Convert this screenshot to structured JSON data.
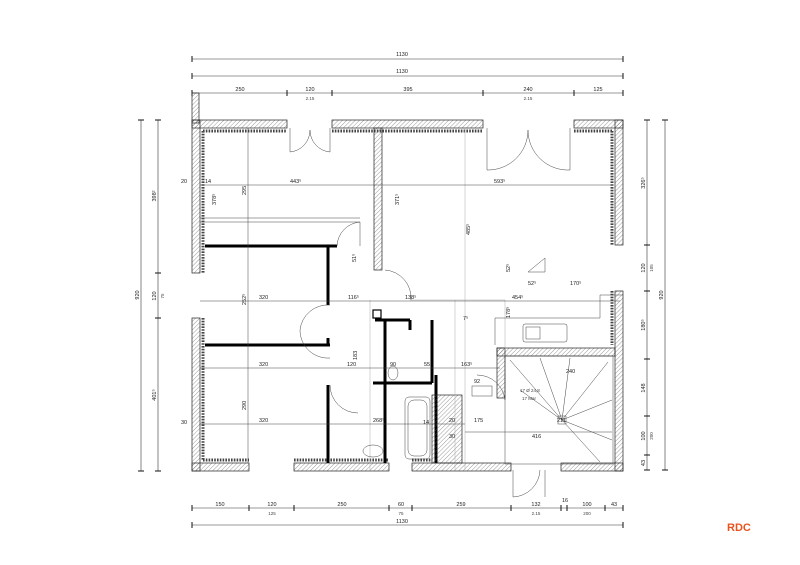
{
  "plan_label": "RDC",
  "accent_color": "#e8541e",
  "dims": {
    "top_total_1": "1130",
    "top_total_2": "1130",
    "top": [
      "250",
      "120",
      "395",
      "240",
      "125"
    ],
    "top_sub": [
      "2.15",
      "2.15"
    ],
    "bottom": [
      "150",
      "120",
      "250",
      "60",
      "259",
      "132",
      "16",
      "100",
      "43"
    ],
    "bottom_sub": [
      "125",
      "75",
      "2.15",
      "200"
    ],
    "bottom_total": "1130",
    "left_total": "920",
    "left": [
      "398²",
      "120",
      "401⁵"
    ],
    "left_sub": "75",
    "right_total": "920",
    "right": [
      "326⁵",
      "120",
      "180⁵",
      "148",
      "100",
      "43"
    ],
    "right_sub": [
      "105",
      "200"
    ]
  },
  "interior": {
    "room_a_width": "443⁵",
    "room_a_height": "378⁵",
    "room_a_h2": "295",
    "living_width": "593⁵",
    "living_h": "485⁵",
    "hall_h": "371⁵",
    "room_b_width": "320",
    "room_b_h": "252⁵",
    "room_c_width": "320",
    "room_c_w2": "320",
    "room_c_h": "290",
    "bath_w": "268⁵",
    "kitchen_w": "454⁵",
    "kitchen_a": "52⁵",
    "kitchen_b": "170⁵",
    "kitchen_c": "52⁵",
    "kitchen_h": "178⁵",
    "stair_w": "240",
    "stair_info1": "17 Ø 24,8",
    "stair_info2": "17 Mar",
    "stair_h": "211",
    "entry_w": "175",
    "entry_total": "416",
    "misc": [
      "14",
      "20",
      "116⁵",
      "138⁵",
      "120",
      "90",
      "55",
      "163⁵",
      "183",
      "92",
      "20",
      "30",
      "14",
      "51⁶",
      "7⁵",
      "30"
    ]
  }
}
